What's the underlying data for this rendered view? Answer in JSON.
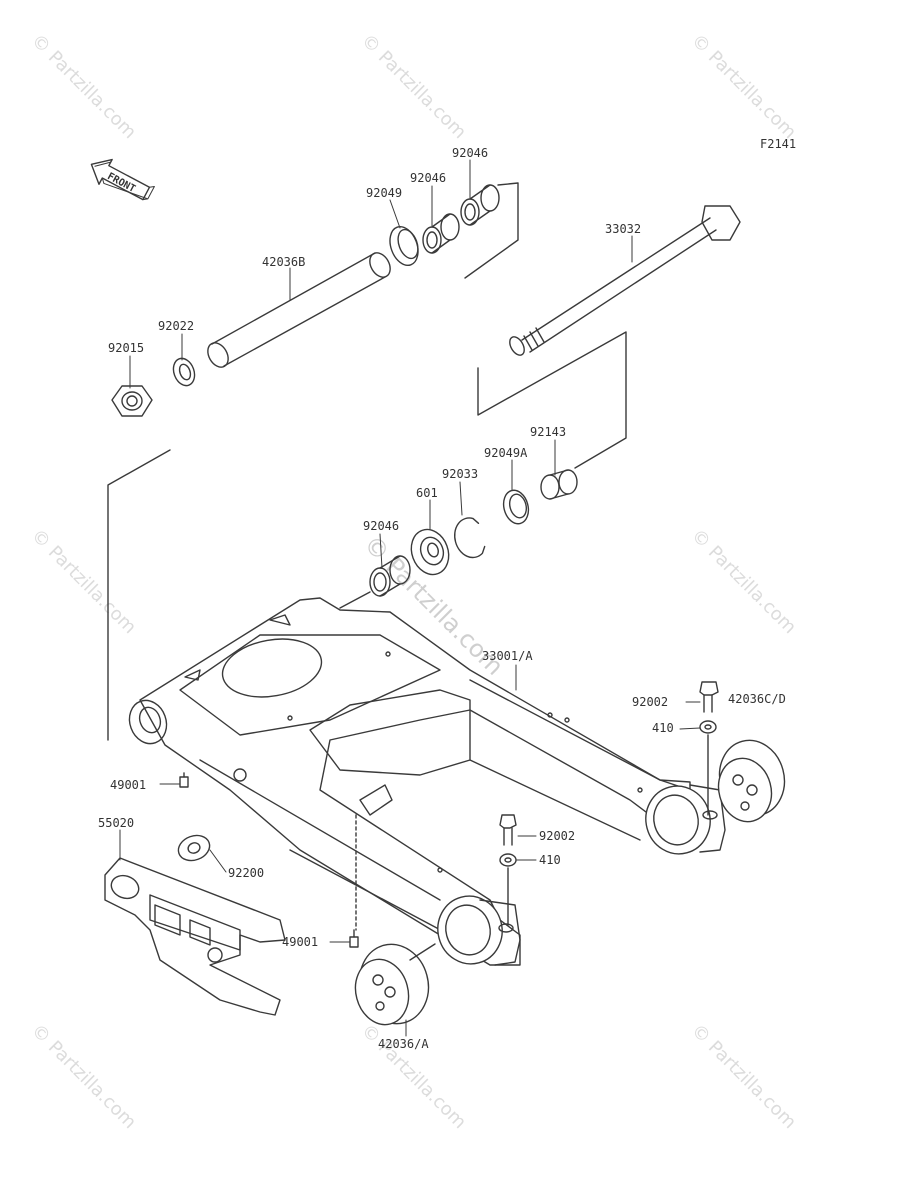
{
  "figure_code": "F2141",
  "front_label": "FRONT",
  "watermark": "© Partzilla.com",
  "watermark_center": "© Partzilla.com",
  "parts": {
    "p92046a": "92046",
    "p92046b": "92046",
    "p92049": "92049",
    "p42036b": "42036B",
    "p33032": "33032",
    "p92022": "92022",
    "p92015": "92015",
    "p92143": "92143",
    "p92049a": "92049A",
    "p92033": "92033",
    "p601": "601",
    "p92046c": "92046",
    "p33001": "33001/A",
    "p92002a": "92002",
    "p42036cd": "42036C/D",
    "p410a": "410",
    "p49001a": "49001",
    "p55020": "55020",
    "p92200": "92200",
    "p92002b": "92002",
    "p410b": "410",
    "p49001b": "49001",
    "p42036a": "42036/A"
  }
}
